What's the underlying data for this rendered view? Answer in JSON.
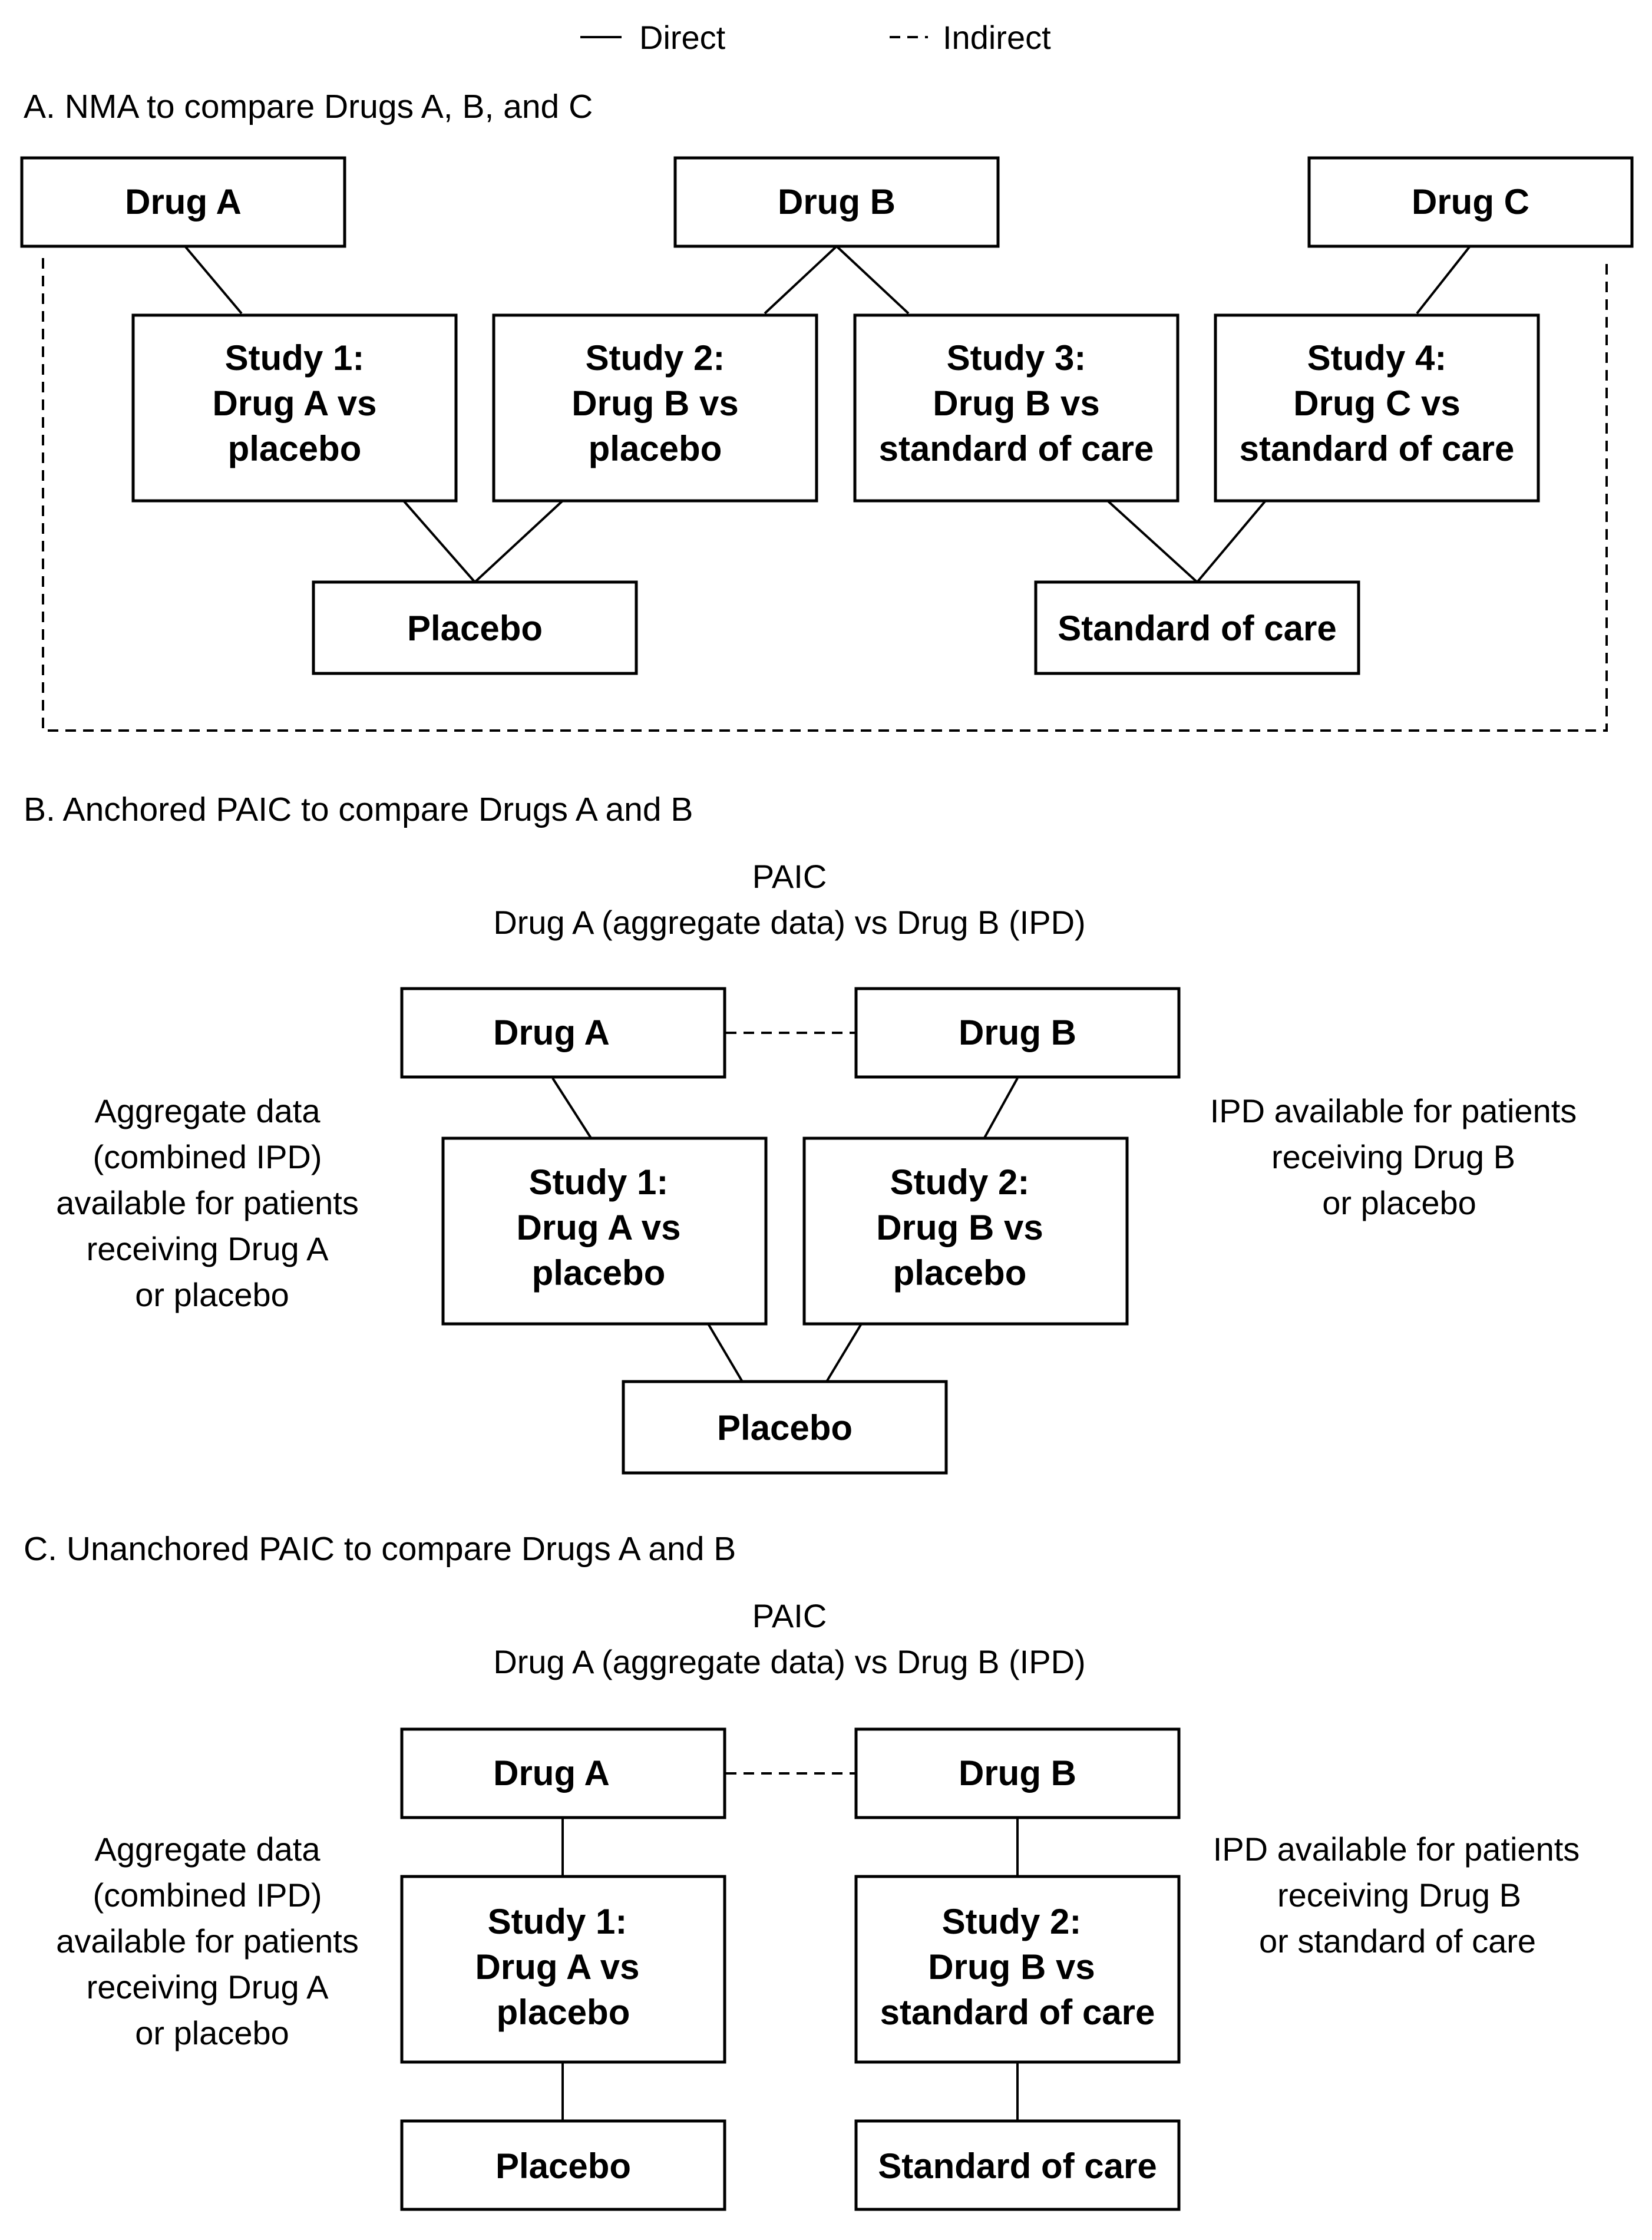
{
  "legend": {
    "direct_label": "Direct",
    "indirect_label": "Indirect"
  },
  "section_a": {
    "title": "A. NMA to compare Drugs A, B, and C",
    "drug_a": "Drug A",
    "drug_b": "Drug B",
    "drug_c": "Drug C",
    "study1": [
      "Study 1:",
      "Drug A vs",
      "placebo"
    ],
    "study2": [
      "Study 2:",
      "Drug B vs",
      "placebo"
    ],
    "study3": [
      "Study 3:",
      "Drug B vs",
      "standard of care"
    ],
    "study4": [
      "Study 4:",
      "Drug C vs",
      "standard of care"
    ],
    "placebo": "Placebo",
    "standard_of_care": "Standard of care"
  },
  "section_b": {
    "title": "B. Anchored PAIC to compare Drugs A and B",
    "paic_header": [
      "PAIC",
      "Drug A (aggregate data) vs Drug B (IPD)"
    ],
    "drug_a": "Drug A",
    "drug_b": "Drug B",
    "study1": [
      "Study 1:",
      "Drug A vs",
      "placebo"
    ],
    "study2": [
      "Study 2:",
      "Drug B vs",
      "placebo"
    ],
    "placebo": "Placebo",
    "left_note": [
      "Aggregate data",
      "(combined IPD)",
      "available for patients",
      "receiving Drug A",
      "or placebo"
    ],
    "right_note": [
      "IPD available for patients",
      "receiving Drug B",
      "or placebo"
    ]
  },
  "section_c": {
    "title": "C. Unanchored PAIC to compare Drugs A and B",
    "paic_header": [
      "PAIC",
      "Drug A (aggregate data) vs Drug B (IPD)"
    ],
    "drug_a": "Drug A",
    "drug_b": "Drug B",
    "study1": [
      "Study 1:",
      "Drug A vs",
      "placebo"
    ],
    "study2": [
      "Study 2:",
      "Drug B vs",
      "standard of care"
    ],
    "placebo": "Placebo",
    "standard_of_care": "Standard of care",
    "left_note": [
      "Aggregate data",
      "(combined IPD)",
      "available for patients",
      "receiving Drug A",
      "or placebo"
    ],
    "right_note": [
      "IPD available for patients",
      "receiving Drug B",
      "or standard of care"
    ]
  }
}
